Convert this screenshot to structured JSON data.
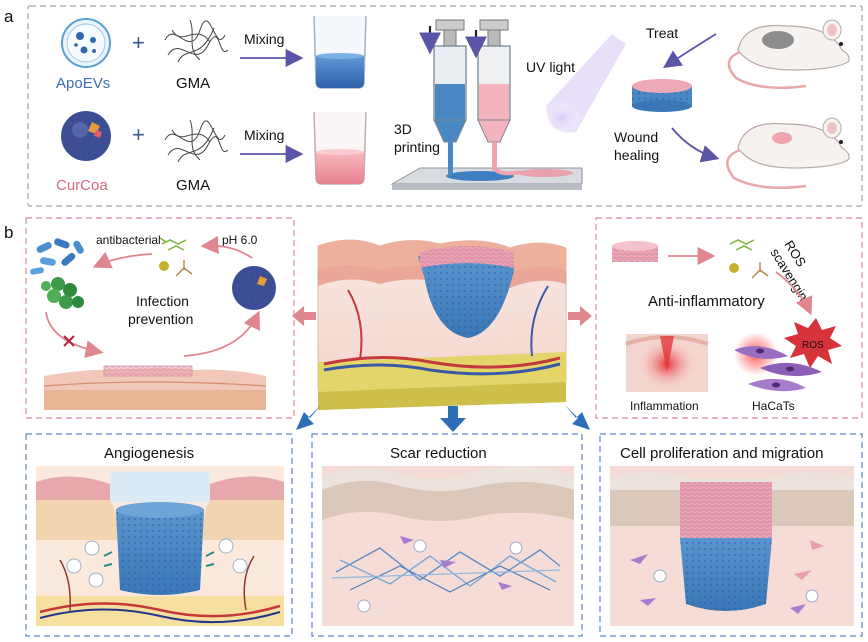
{
  "panel_a": {
    "letter": "a",
    "apoevs_label": "ApoEVs",
    "curcoa_label": "CurCoa",
    "plus_top": "+",
    "plus_bottom": "+",
    "gma_top": "GMA",
    "gma_bottom": "GMA",
    "mixing_top": "Mixing",
    "mixing_bottom": "Mixing",
    "printing_line1": "3D",
    "printing_line2": "printing",
    "uv_light": "UV light",
    "treat": "Treat",
    "wound_line1": "Wound",
    "wound_line2": "healing"
  },
  "panel_b": {
    "letter": "b",
    "antibacterial": "antibacterial",
    "ph": "pH 6.0",
    "infection_line1": "Infection",
    "infection_line2": "prevention",
    "ros_line1": "ROS",
    "ros_line2": "scavenging",
    "anti_inflammatory": "Anti-inflammatory",
    "ros_badge": "ROS",
    "inflammation": "Inflammation",
    "hacats": "HaCaTs",
    "angiogenesis": "Angiogenesis",
    "scar_reduction": "Scar reduction",
    "cell_prolif": "Cell proliferation and migration"
  },
  "colors": {
    "dash_gray": "#9a9a9a",
    "dash_pink": "#d98a98",
    "dash_blue": "#5a86c4",
    "apoevs_text": "#3e6fb0",
    "curcoa_text": "#d36b7d",
    "arrow_purple": "#5b55a8",
    "arrow_pink": "#e0868f",
    "arrow_blue": "#2e6db8",
    "hydrogel_blue": "#4a88c4",
    "hydrogel_pink": "#e9a6b4",
    "skin_pink": "#f3cfc6",
    "fat_yellow": "#e3d56a",
    "ros_red": "#d8323a"
  }
}
